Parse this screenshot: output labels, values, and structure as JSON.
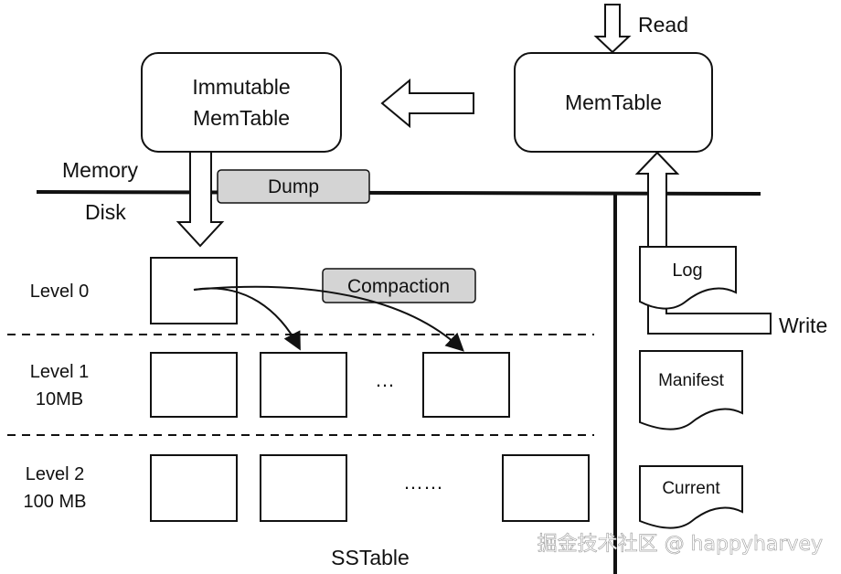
{
  "boxes": {
    "immutable_memtable": [
      "Immutable",
      "MemTable"
    ],
    "memtable": "MemTable"
  },
  "labels": {
    "read": "Read",
    "write": "Write",
    "memory": "Memory",
    "disk": "Disk",
    "dump": "Dump",
    "compaction": "Compaction",
    "sstable": "SSTable"
  },
  "levels": [
    {
      "name": "Level 0",
      "size": ""
    },
    {
      "name": "Level 1",
      "size": "10MB"
    },
    {
      "name": "Level 2",
      "size": "100 MB"
    }
  ],
  "ellipsis": {
    "level1": "…",
    "level2": "……"
  },
  "files": {
    "log": "Log",
    "manifest": "Manifest",
    "current": "Current"
  },
  "watermark": "掘金技术社区 @ happyharvey",
  "colors": {
    "tag_fill": "#d4d4d4",
    "line": "#111111",
    "watermark": "#ffffff"
  }
}
